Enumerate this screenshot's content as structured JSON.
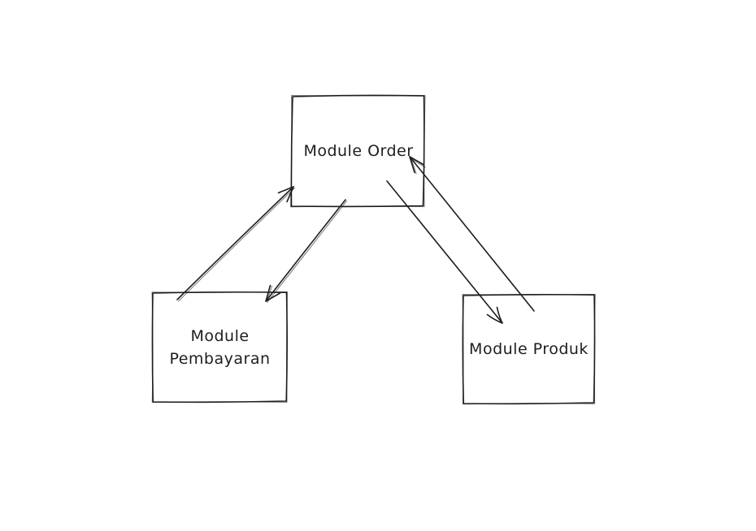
{
  "diagram": {
    "colors": {
      "stroke": "#1e1e1e",
      "background": "#ffffff"
    },
    "nodes": [
      {
        "id": "module-order",
        "label": "Module Order"
      },
      {
        "id": "module-pembayaran",
        "label": "Module Pembayaran"
      },
      {
        "id": "module-produk",
        "label": "Module Produk"
      }
    ],
    "edges": [
      {
        "from": "module-pembayaran",
        "to": "module-order"
      },
      {
        "from": "module-order",
        "to": "module-pembayaran"
      },
      {
        "from": "module-produk",
        "to": "module-order"
      },
      {
        "from": "module-order",
        "to": "module-produk"
      }
    ]
  }
}
